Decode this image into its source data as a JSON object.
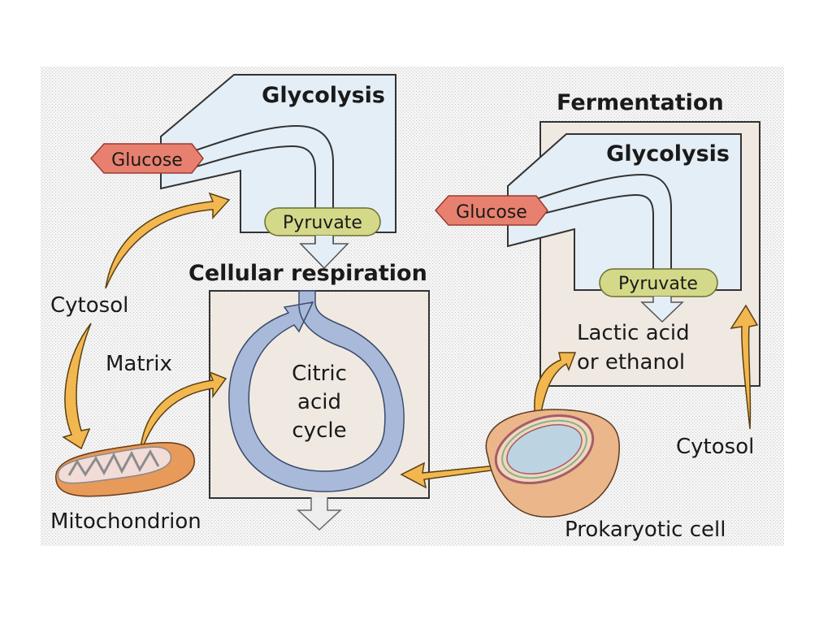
{
  "colors": {
    "background": "#ececec",
    "glycolysis_fill": "#e4eef6",
    "box_fill": "#efe9e2",
    "glucose_fill": "#e8806f",
    "pyruvate_fill": "#d4d98a",
    "cycle_fill": "#a9b9d9",
    "arrow_fill": "#f2b84f",
    "mito_outer": "#e79a5a",
    "cell_outer": "#ebb68a",
    "cell_inner": "#bcd3e2"
  },
  "left": {
    "glycolysis_title": "Glycolysis",
    "glucose_label": "Glucose",
    "pyruvate_label": "Pyruvate",
    "respiration_title": "Cellular respiration",
    "cycle_line1": "Citric",
    "cycle_line2": "acid",
    "cycle_line3": "cycle",
    "cytosol_label": "Cytosol",
    "matrix_label": "Matrix",
    "mitochondrion_label": "Mitochondrion"
  },
  "right": {
    "fermentation_title": "Fermentation",
    "glycolysis_title": "Glycolysis",
    "glucose_label": "Glucose",
    "pyruvate_label": "Pyruvate",
    "product_line1": "Lactic acid",
    "product_line2": "or ethanol",
    "cytosol_label": "Cytosol",
    "prokaryote_label": "Prokaryotic cell"
  }
}
